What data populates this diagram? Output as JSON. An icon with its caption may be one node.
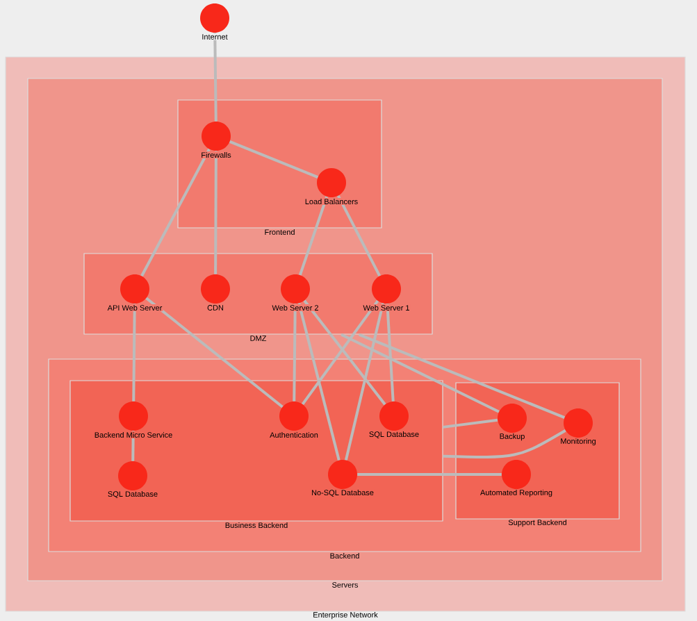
{
  "diagram": {
    "nodes": [
      {
        "text": [
          "Internet"
        ]
      },
      {
        "text": [
          "Enterprise Network"
        ]
      },
      {
        "text": [
          "Servers"
        ],
        "in": 1
      },
      {
        "text": [
          "Frontend"
        ],
        "in": 2
      },
      {
        "text": [
          "Firewalls"
        ],
        "in": 3
      },
      {
        "text": [
          "Load Balancers"
        ],
        "in": 3
      },
      {
        "text": [
          "DMZ"
        ],
        "in": 2
      },
      {
        "text": [
          "API Web Server"
        ],
        "in": 6
      },
      {
        "text": [
          "CDN"
        ],
        "in": 6
      },
      {
        "text": [
          "Web Server 2"
        ],
        "in": 6
      },
      {
        "text": [
          "Web Server 1"
        ],
        "in": 6
      },
      {
        "text": [
          "Backend"
        ],
        "in": 2
      },
      {
        "text": [
          "Business Backend"
        ],
        "in": 11
      },
      {
        "text": [
          "Backend Micro Service"
        ],
        "in": 12
      },
      {
        "text": [
          "Authentication"
        ],
        "in": 12
      },
      {
        "text": [
          "SQL Database"
        ],
        "in": 12
      },
      {
        "text": [
          "SQL Database"
        ],
        "in": 12
      },
      {
        "text": [
          "No-SQL Database"
        ],
        "in": 12
      },
      {
        "text": [
          "Support Backend"
        ],
        "in": 11
      },
      {
        "text": [
          "Backup"
        ],
        "in": 18
      },
      {
        "text": [
          "Monitoring"
        ],
        "in": 18
      },
      {
        "text": [
          "Automated Reporting"
        ],
        "in": 18
      }
    ],
    "edges": [
      {
        "from": 0,
        "to": 4,
        "arrow": "none"
      },
      {
        "from": 4,
        "to": 5,
        "arrow": "none"
      },
      {
        "from": 4,
        "to": 7,
        "arrow": "none"
      },
      {
        "from": 4,
        "to": 8,
        "arrow": "none"
      },
      {
        "from": 5,
        "to": 9,
        "arrow": "none"
      },
      {
        "from": 5,
        "to": 10,
        "arrow": "none"
      },
      {
        "from": 7,
        "to": 13,
        "arrow": "none"
      },
      {
        "from": 7,
        "to": 14,
        "arrow": "none"
      },
      {
        "from": 9,
        "to": 14,
        "arrow": "none"
      },
      {
        "from": 9,
        "to": 17,
        "arrow": "none"
      },
      {
        "from": 9,
        "to": 15,
        "arrow": "none"
      },
      {
        "from": 10,
        "to": 14,
        "arrow": "none"
      },
      {
        "from": 10,
        "to": 17,
        "arrow": "none"
      },
      {
        "from": 10,
        "to": 15,
        "arrow": "none"
      },
      {
        "from": 6,
        "to": 19,
        "arrow": "none"
      },
      {
        "from": 6,
        "to": 20,
        "arrow": "none"
      },
      {
        "from": 12,
        "to": 19,
        "arrow": "none"
      },
      {
        "from": 12,
        "to": 20,
        "arrow": "none"
      },
      {
        "from": 13,
        "to": 16,
        "arrow": "none"
      },
      {
        "from": 17,
        "to": 21,
        "arrow": "none"
      }
    ]
  }
}
